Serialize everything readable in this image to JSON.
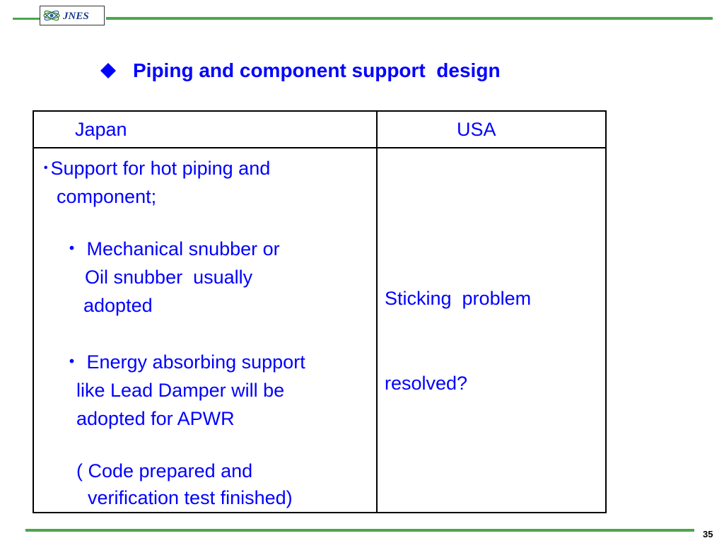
{
  "header": {
    "logo_text": "JNES",
    "accent_color": "#4ca64c"
  },
  "slide": {
    "bullet_icon": "diamond-icon",
    "title": "Piping and component support  design"
  },
  "table": {
    "columns": [
      "Japan",
      "USA"
    ],
    "japan_lines": [
      "･Support for hot piping and",
      "component;",
      "・ Mechanical snubber or",
      "Oil snubber  usually",
      "adopted",
      "・ Energy absorbing support",
      "like Lead Damper will be",
      "adopted for APWR",
      "( Code prepared and",
      "verification test finished)"
    ],
    "usa_lines": [
      "Sticking  problem",
      "resolved?"
    ]
  },
  "footer": {
    "page_number": "35"
  }
}
